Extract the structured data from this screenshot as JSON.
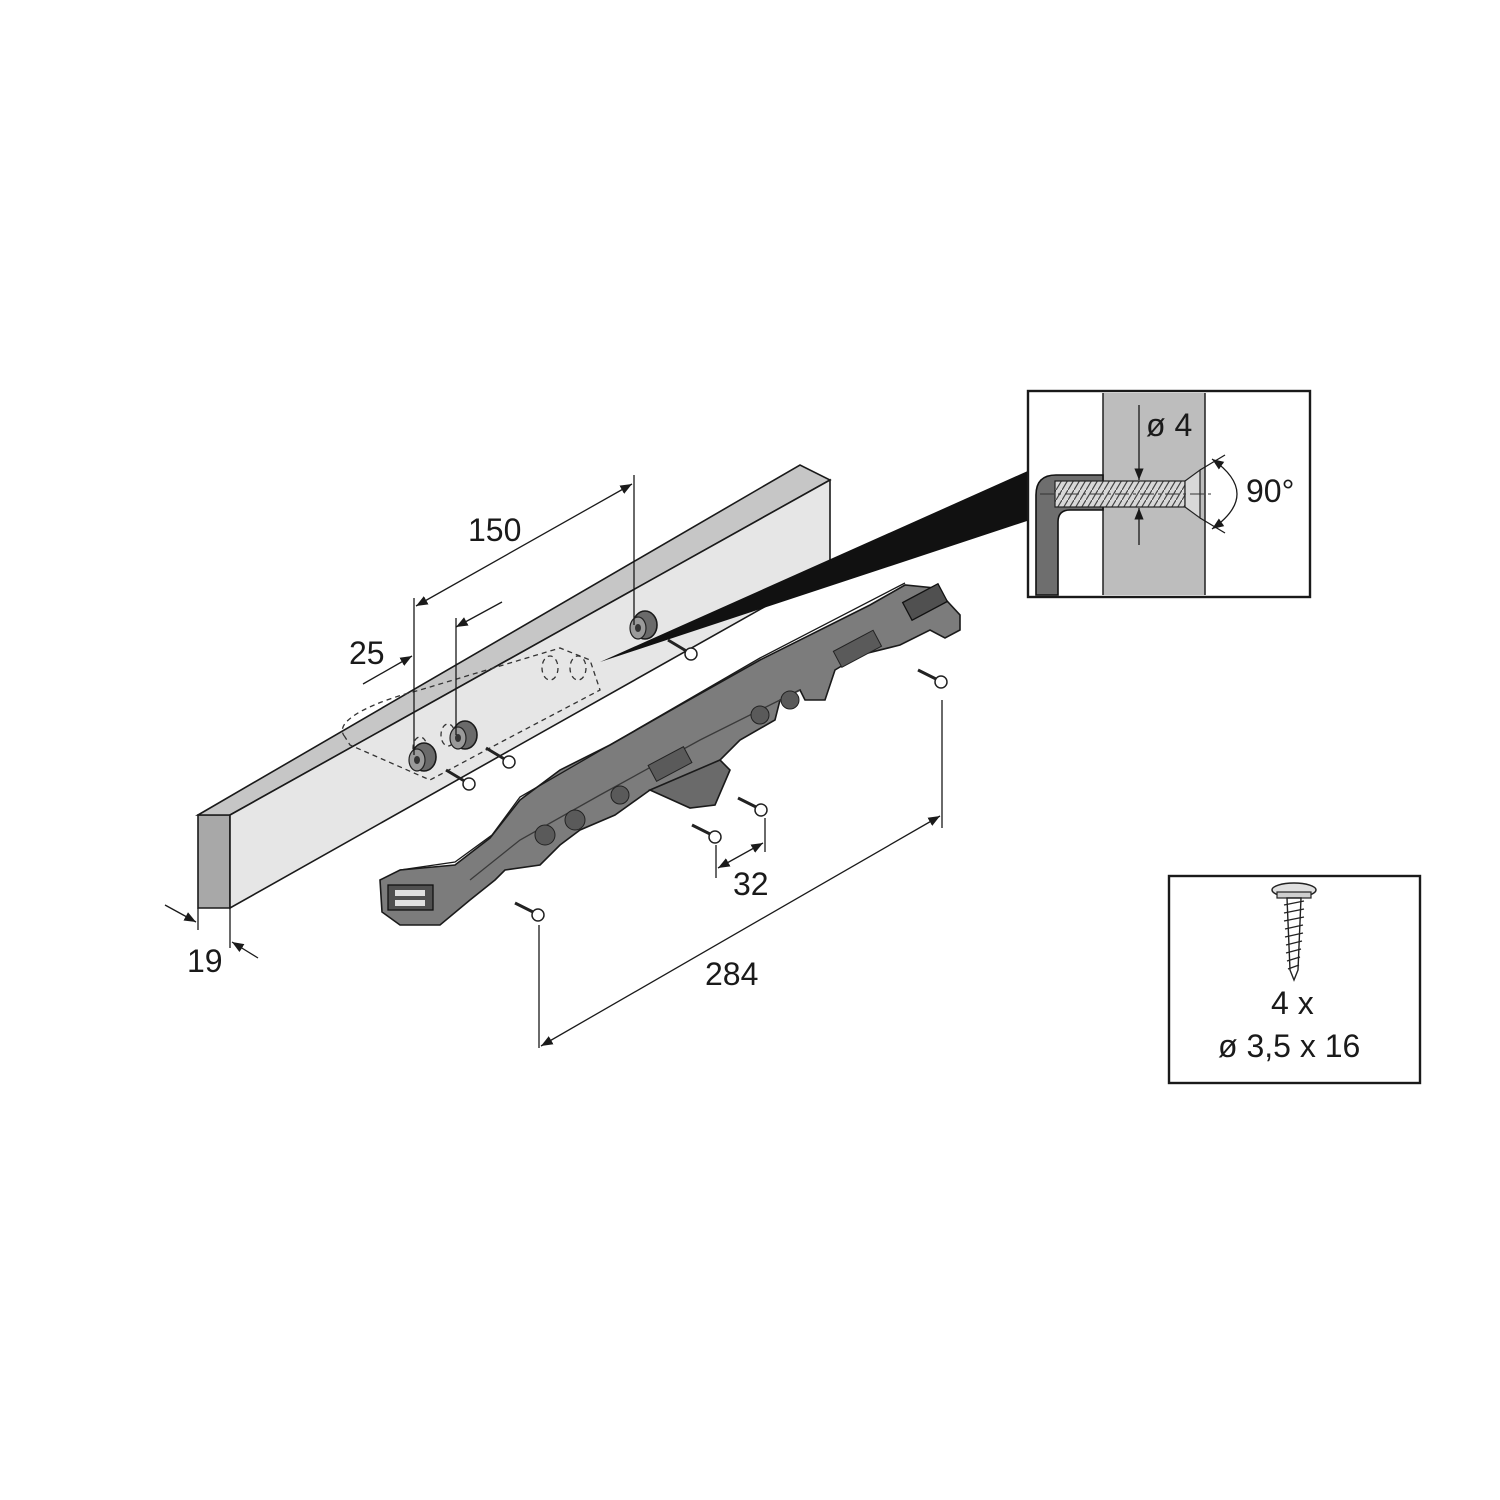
{
  "dimensions": {
    "d150": "150",
    "d25": "25",
    "d19": "19",
    "d32": "32",
    "d284": "284"
  },
  "detail": {
    "diameter": "ø 4",
    "angle": "90°"
  },
  "screw_legend": {
    "quantity": "4 x",
    "spec": "ø 3,5 x 16"
  },
  "colors": {
    "board_front": "#a8a8a8",
    "board_top": "#c6c6c6",
    "board_face": "#e6e6e6",
    "part": "#7a7a7a",
    "part_dark": "#4a4a4a",
    "detail_board": "#bdbdbd"
  }
}
